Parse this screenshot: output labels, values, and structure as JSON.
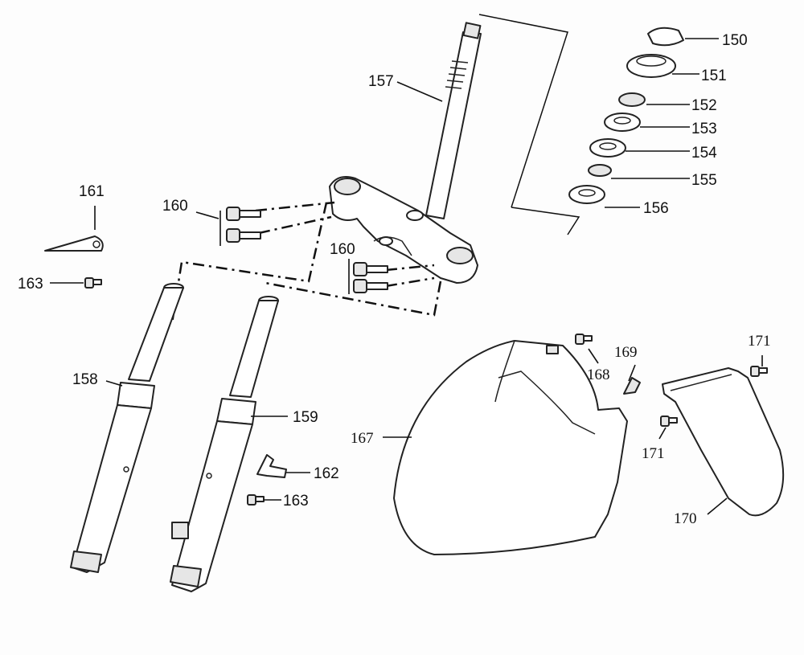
{
  "callouts": {
    "c150": "150",
    "c151": "151",
    "c152": "152",
    "c153": "153",
    "c154": "154",
    "c155": "155",
    "c156": "156",
    "c157": "157",
    "c158": "158",
    "c159": "159",
    "c160a": "160",
    "c160b": "160",
    "c161": "161",
    "c162": "162",
    "c163a": "163",
    "c163b": "163",
    "c167": "167",
    "c168": "168",
    "c169": "169",
    "c170": "170",
    "c171a": "171",
    "c171b": "171"
  }
}
